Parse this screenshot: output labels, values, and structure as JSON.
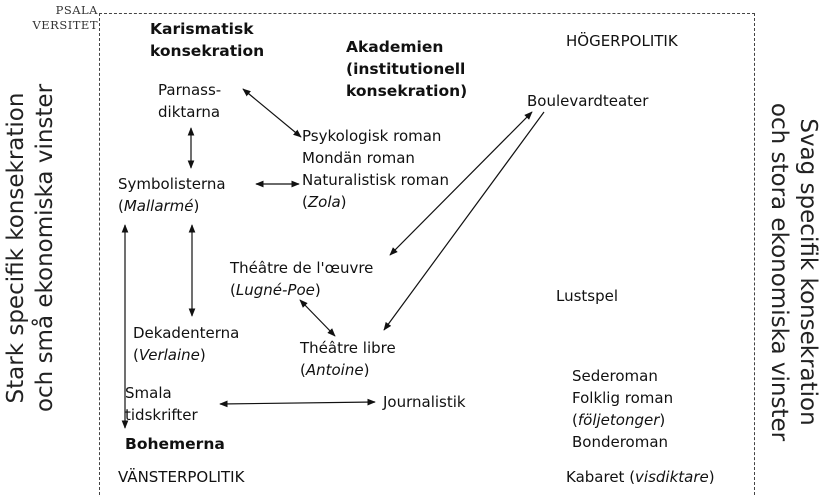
{
  "logo": {
    "line1": "PSALA",
    "line2": "VERSITET"
  },
  "left_axis": {
    "line1": "Stark specifik konsekration",
    "line2": "och små ekonomiska vinster"
  },
  "right_axis": {
    "line1": "Svag specifik konsekration",
    "line2": "och stora ekonomiska vinster"
  },
  "corners": {
    "top_right": "HÖGERPOLITIK",
    "bottom_left": "VÄNSTERPOLITIK"
  },
  "headings": {
    "karismatisk": [
      "Karismatisk",
      "konsekration"
    ],
    "akademien": [
      "Akademien",
      "(institutionell",
      "konsekration)"
    ],
    "bohemerna": "Bohemerna"
  },
  "nodes": {
    "parnass": [
      "Parnass-",
      "diktarna"
    ],
    "romaner": [
      "Psykologisk roman",
      "Mondän roman",
      "Naturalistisk roman"
    ],
    "zola_open": "(",
    "zola_name": "Zola",
    "zola_close": ")",
    "symbolisterna": "Symbolisterna",
    "mallarme_open": "(",
    "mallarme_name": "Mallarmé",
    "mallarme_close": ")",
    "boulevard": "Boulevardteater",
    "oeuvre": "Théâtre de l'œuvre",
    "lugne_open": "(",
    "lugne_name": "Lugné-Poe",
    "lugne_close": ")",
    "lustspel": "Lustspel",
    "dekadenterna": "Dekadenterna",
    "verlaine_open": "(",
    "verlaine_name": "Verlaine",
    "verlaine_close": ")",
    "libre": "Théâtre libre",
    "antoine_open": "(",
    "antoine_name": "Antoine",
    "antoine_close": ")",
    "smala": [
      "Smala",
      "tidskrifter"
    ],
    "journalistik": "Journalistik",
    "sederoman": "Sederoman",
    "folklig": "Folklig roman",
    "foljetong_open": "(",
    "foljetong_name": "följetonger",
    "foljetong_close": ")",
    "bonderoman": "Bonderoman",
    "kabaret_a": "Kabaret (",
    "kabaret_i": "visdiktare",
    "kabaret_b": ")"
  }
}
